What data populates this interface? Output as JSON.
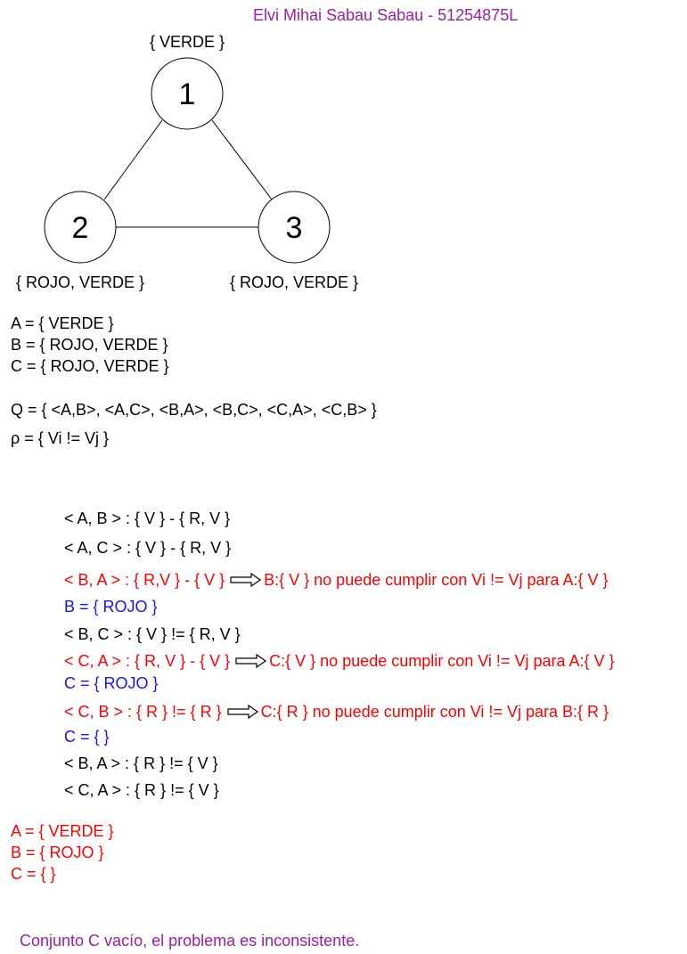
{
  "header": {
    "author": "Elvi Mihai Sabau Sabau - 51254875L"
  },
  "graph": {
    "nodes": [
      {
        "label": "1",
        "domain": "{ VERDE }"
      },
      {
        "label": "2",
        "domain": "{ ROJO, VERDE }"
      },
      {
        "label": "3",
        "domain": "{ ROJO, VERDE }"
      }
    ]
  },
  "definitions": {
    "a": "A = { VERDE }",
    "b": "B = { ROJO, VERDE }",
    "c": "C = { ROJO, VERDE }",
    "q": "Q = { <A,B>, <A,C>, <B,A>, <B,C>, <C,A>, <C,B> }",
    "rho": "ρ = { Vi != Vj }"
  },
  "steps": [
    {
      "text": "< A, B > : { V } - { R, V }",
      "color": "#000000"
    },
    {
      "text": "< A, C > : { V } - { R, V }",
      "color": "#000000"
    },
    {
      "text": "< B, A > : { R,V } - { V }",
      "note": "B:{ V } no puede cumplir con Vi != Vj para A:{ V }",
      "color": "#ff0000"
    },
    {
      "text": "B = { ROJO }",
      "color": "#1515ee"
    },
    {
      "text": "< B, C > : { V } != { R, V }",
      "color": "#000000"
    },
    {
      "text": "< C, A > : { R, V } - { V }",
      "note": "C:{ V } no puede cumplir con Vi != Vj para A:{ V }",
      "color": "#ff0000"
    },
    {
      "text": "C = { ROJO }",
      "color": "#1515ee"
    },
    {
      "text": "< C, B > : { R } != { R }",
      "note": "C:{ R } no puede cumplir con Vi != Vj para B:{ R }",
      "color": "#ff0000"
    },
    {
      "text": "C = { }",
      "color": "#1515ee"
    },
    {
      "text": "< B, A > : { R } != { V }",
      "color": "#000000"
    },
    {
      "text": "< C, A > : { R } != { V }",
      "color": "#000000"
    }
  ],
  "result": {
    "a": "A = { VERDE }",
    "b": "B = { ROJO }",
    "c": "C = { }"
  },
  "conclusion": "Conjunto C vacío, el problema es inconsistente.",
  "colors": {
    "purple": "#9c1ea6",
    "red": "#ff0000",
    "blue": "#1515ee"
  }
}
